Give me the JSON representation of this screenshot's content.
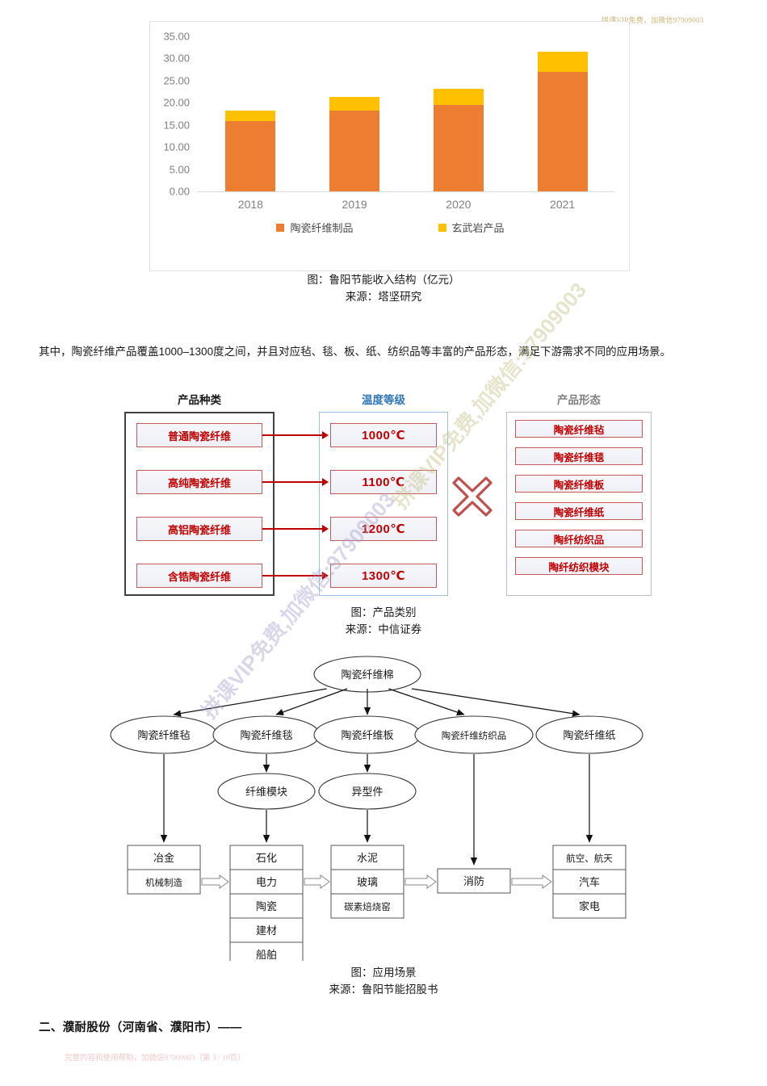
{
  "watermarks": {
    "top_right": "拼课VIP免费，加微信97909003",
    "diagonal_1": "拼课VIP免费,加微信:97909003",
    "diagonal_2": "拼课VIP免费,加微信:97909003"
  },
  "chart_data": {
    "type": "bar",
    "subtype": "stacked",
    "title": "",
    "categories": [
      "2018",
      "2019",
      "2020",
      "2021"
    ],
    "series": [
      {
        "name": "陶瓷纤维制品",
        "values": [
          15.9,
          18.2,
          19.5,
          26.9
        ],
        "color": "#ED7D31"
      },
      {
        "name": "玄武岩产品",
        "values": [
          2.4,
          3.1,
          3.6,
          4.6
        ],
        "color": "#FFC000"
      }
    ],
    "totals": [
      18.3,
      21.3,
      23.1,
      31.5
    ],
    "ylim": [
      0,
      35
    ],
    "yticks": [
      "0.00",
      "5.00",
      "10.00",
      "15.00",
      "20.00",
      "25.00",
      "30.00",
      "35.00"
    ],
    "ytick_values": [
      0,
      5,
      10,
      15,
      20,
      25,
      30,
      35
    ],
    "xlabel": "",
    "ylabel": "",
    "grid": false,
    "legend_position": "bottom"
  },
  "figure1_caption": {
    "title": "图：鲁阳节能收入结构（亿元）",
    "source": "来源：塔坚研究"
  },
  "paragraph": "其中，陶瓷纤维产品覆盖1000–1300度之间，并且对应毡、毯、板、纸、纺织品等丰富的产品形态，满足下游需求不同的应用场景。",
  "figure2": {
    "columns": [
      {
        "title": "产品种类",
        "title_color": "#404040"
      },
      {
        "title": "温度等级",
        "title_color": "#2e75b6"
      },
      {
        "title": "产品形态",
        "title_color": "#808080"
      }
    ],
    "product_types": [
      "普通陶瓷纤维",
      "高纯陶瓷纤维",
      "高铝陶瓷纤维",
      "含锆陶瓷纤维"
    ],
    "temperature_grades": [
      "1000℃",
      "1100℃",
      "1200℃",
      "1300℃"
    ],
    "product_forms": [
      "陶瓷纤维毡",
      "陶瓷纤维毯",
      "陶瓷纤维板",
      "陶瓷纤维纸",
      "陶纤纺织品",
      "陶纤纺织模块"
    ],
    "cross_symbol": "multiply-cross-icon",
    "caption": {
      "title": "图：产品类别",
      "source": "来源：中信证券"
    }
  },
  "figure3": {
    "root": "陶瓷纤维棉",
    "level2": [
      "陶瓷纤维毡",
      "陶瓷纤维毯",
      "陶瓷纤维板",
      "陶瓷纤维纺织品",
      "陶瓷纤维纸"
    ],
    "level3": [
      "纤维模块",
      "异型件"
    ],
    "applications": [
      {
        "items": [
          "冶金",
          "机械制造"
        ]
      },
      {
        "items": [
          "石化",
          "电力",
          "陶瓷",
          "建材",
          "船舶"
        ]
      },
      {
        "items": [
          "水泥",
          "玻璃",
          "碳素焙烧窑"
        ]
      },
      {
        "items": [
          "消防"
        ]
      },
      {
        "items": [
          "航空、航天",
          "汽车",
          "家电"
        ]
      }
    ],
    "caption": {
      "title": "图：应用场景",
      "source": "来源：鲁阳节能招股书"
    }
  },
  "section_header": "二、濮耐股份（河南省、濮阳市）——",
  "footer": "完整内容和使用帮助，加微信97909003（第 3 / 19页）"
}
